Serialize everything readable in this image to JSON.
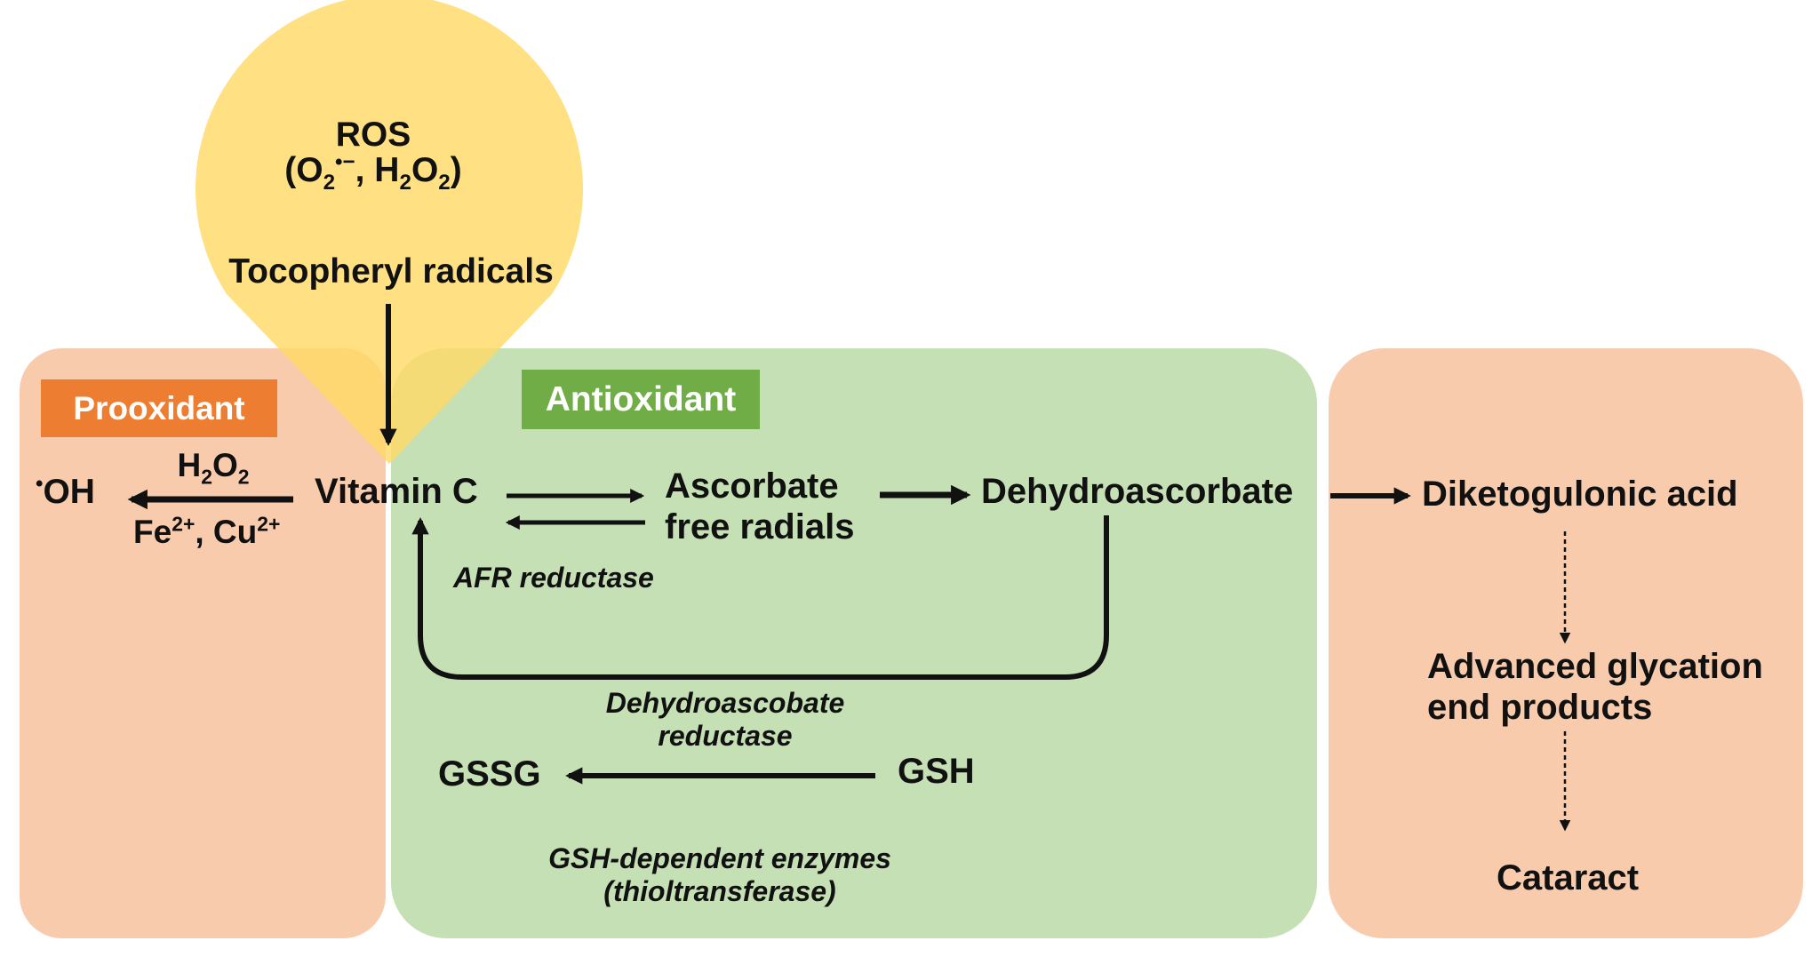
{
  "colors": {
    "prooxidant_panel": "#f8cbad",
    "antioxidant_panel": "#c5e0b4",
    "ros_drop": "#ffd966",
    "prooxidant_tag": "#ed7d31",
    "antioxidant_tag": "#70ad47",
    "text": "#111111"
  },
  "tags": {
    "prooxidant": "Prooxidant",
    "antioxidant": "Antioxidant"
  },
  "ros": {
    "title": "ROS",
    "species_open": "(O",
    "species_sub1": "2",
    "species_sup1": "•−",
    "species_mid": ", H",
    "species_sub2": "2",
    "species_o": "O",
    "species_sub3": "2",
    "species_close": ")",
    "tocopheryl": "Tocopheryl radicals"
  },
  "prooxidant": {
    "hydroxyl_dot": "•",
    "hydroxyl": "OH",
    "h2o2_h": "H",
    "h2o2_sub1": "2",
    "h2o2_o": "O",
    "h2o2_sub2": "2",
    "fe": "Fe",
    "fe_charge": "2+",
    "cu": ", Cu",
    "cu_charge": "2+"
  },
  "antioxidant": {
    "vitamin_c": "Vitamin C",
    "ascorbate_line1": "Ascorbate",
    "ascorbate_line2": "free radials",
    "afr_reductase": "AFR reductase",
    "dehydroascorbate": "Dehydroascorbate",
    "dhar_line1": "Dehydroascobate",
    "dhar_line2": "reductase",
    "gssg": "GSSG",
    "gsh": "GSH",
    "gsh_enzymes_line1": "GSH-dependent enzymes",
    "gsh_enzymes_line2": "(thioltransferase)"
  },
  "degradation": {
    "diketogulonic": "Diketogulonic acid",
    "age_line1": "Advanced glycation",
    "age_line2": "end products",
    "cataract": "Cataract"
  }
}
